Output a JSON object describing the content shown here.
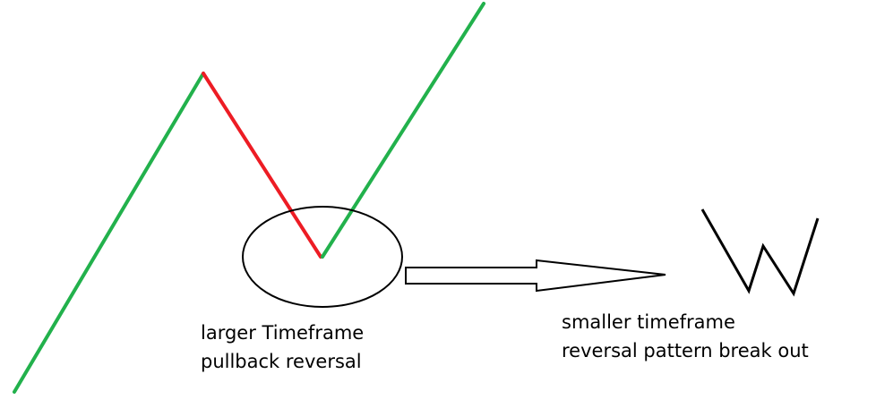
{
  "colors": {
    "up_leg": "#22b14c",
    "down_leg": "#ed1c24",
    "outline": "#000000",
    "background": "#ffffff"
  },
  "labels": {
    "larger_line1": "larger Timeframe",
    "larger_line2": "pullback reversal",
    "smaller_line1": "smaller timeframe",
    "smaller_line2": "reversal pattern break out"
  }
}
